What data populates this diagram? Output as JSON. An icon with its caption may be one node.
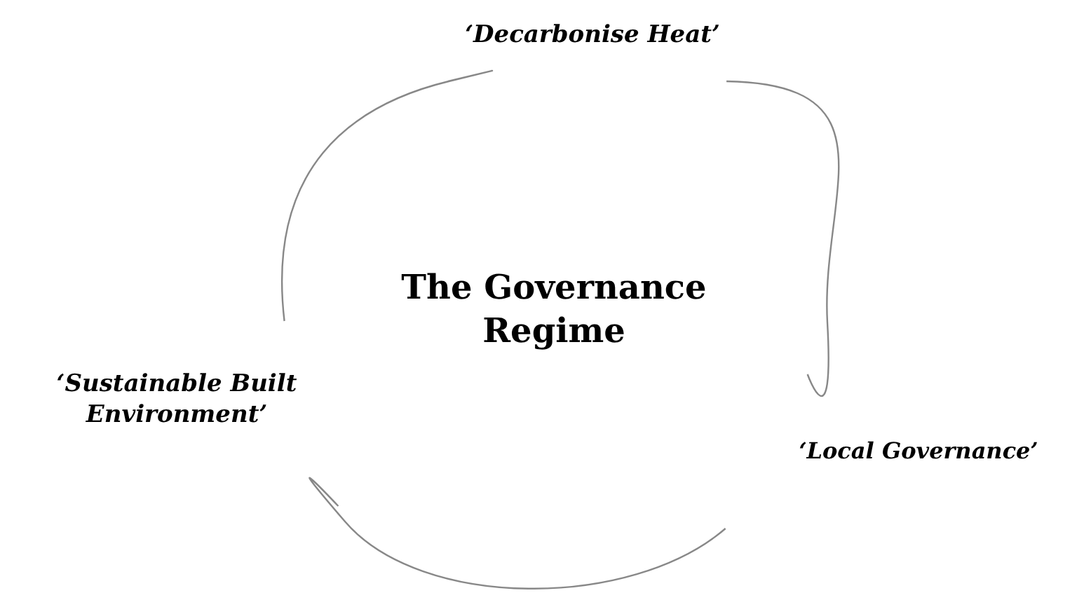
{
  "diagram": {
    "nodes": [
      {
        "text": [
          "‘Decarbonise Heat’"
        ]
      },
      {
        "text": [
          "The Governance Regime"
        ]
      },
      {
        "text": [
          "‘Sustainable Built Environment’"
        ]
      },
      {
        "text": [
          "‘Local Governance’"
        ]
      }
    ],
    "edges": [
      {
        "from": 0,
        "to": 3,
        "arrow": "none"
      },
      {
        "from": 3,
        "to": 2,
        "arrow": "none"
      },
      {
        "from": 2,
        "to": 0,
        "arrow": "none"
      }
    ]
  }
}
